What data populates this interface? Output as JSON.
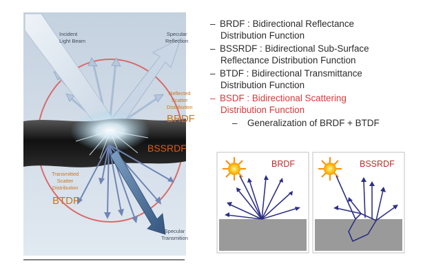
{
  "main_diagram": {
    "incident_label": [
      "Incident",
      "Light Beam"
    ],
    "specular_reflection_label": [
      "Specular",
      "Reflection"
    ],
    "reflected_scatter_label": [
      "Reflected",
      "Scatter",
      "Distribution"
    ],
    "brdf_label": "BRDF",
    "bssrdf_label": "BSSRDF",
    "transmitted_scatter_label": [
      "Transmitted",
      "Scatter",
      "Distribution"
    ],
    "btdf_label": "BTDF",
    "specular_transmission_label": [
      "Specular",
      "Transmition"
    ]
  },
  "legend": {
    "items": [
      {
        "lines": [
          "BRDF : Bidirectional Reflectance",
          "Distribution Function"
        ],
        "color": "#2a2a2a"
      },
      {
        "lines": [
          "BSSRDF : Bidirectional Sub-Surface",
          "Reflectance Distribution Function"
        ],
        "color": "#2a2a2a"
      },
      {
        "lines": [
          "BTDF : Bidirectional Transmittance",
          "Distribution Function"
        ],
        "color": "#2a2a2a"
      },
      {
        "lines": [
          "BSDF : Bidirectional Scattering",
          "Distribution Function"
        ],
        "color": "#d23a3a"
      }
    ],
    "sub_item": "Generalization of BRDF + BTDF"
  },
  "panels": {
    "left_label": "BRDF",
    "right_label": "BSSRDF"
  },
  "colors": {
    "sky_top": "#c6d3e1",
    "sky_bottom": "#dde6ef",
    "orange_text": "#c8741e",
    "ring": "#d96a6a",
    "arrow_fill": "#b8c8dd",
    "arrow_stroke": "#8ea4c2",
    "panel_label_red": "#c0282a",
    "panel_ray": "#2d2f84",
    "sun_core": "#ffc21a",
    "sun_ray": "#ff8a00",
    "ground": "#9a9a9a"
  }
}
